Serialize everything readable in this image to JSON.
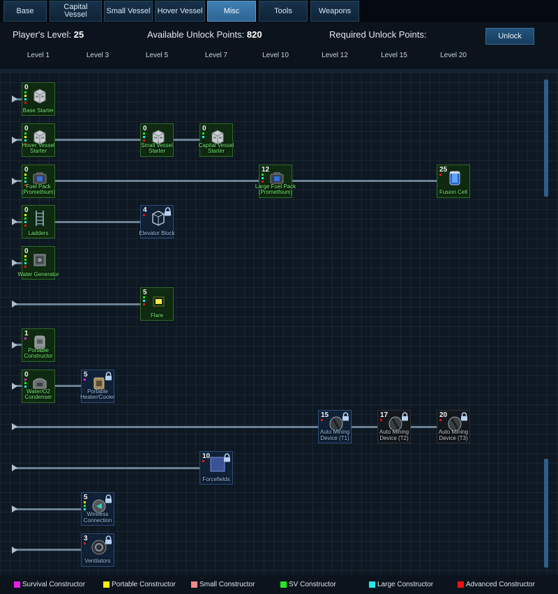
{
  "tabs": [
    {
      "label": "Base",
      "active": false
    },
    {
      "label": "Capital Vessel",
      "active": false
    },
    {
      "label": "Small Vessel",
      "active": false
    },
    {
      "label": "Hover Vessel",
      "active": false
    },
    {
      "label": "Misc",
      "active": true
    },
    {
      "label": "Tools",
      "active": false
    },
    {
      "label": "Weapons",
      "active": false
    }
  ],
  "header": {
    "player_level_label": "Player's Level:",
    "player_level": "25",
    "available_label": "Available Unlock Points:",
    "available_points": "820",
    "required_label": "Required Unlock Points:",
    "required_points": "",
    "unlock_button": "Unlock"
  },
  "levels": [
    "Level 1",
    "Level 3",
    "Level 5",
    "Level 7",
    "Level 10",
    "Level 12",
    "Level 15",
    "Level 20"
  ],
  "colors": {
    "survival": "#e81ee0",
    "portable": "#f2f20a",
    "small": "#f28a8a",
    "sv": "#22e822",
    "large": "#22e8e8",
    "advanced": "#e81414"
  },
  "rows": [
    {
      "nodes": [
        {
          "cost": "0",
          "label": "Base Starter",
          "col": 0,
          "state": "unlocked",
          "icon": "base-starter-icon",
          "dots": [
            "sv",
            "portable",
            "large",
            "advanced"
          ]
        }
      ]
    },
    {
      "nodes": [
        {
          "cost": "0",
          "label": "Hover Vessel Starter",
          "col": 0,
          "state": "unlocked",
          "icon": "hover-vessel-starter-icon",
          "dots": [
            "sv",
            "portable",
            "large",
            "advanced"
          ]
        },
        {
          "cost": "0",
          "label": "Small Vessel Starter",
          "col": 2,
          "state": "unlocked",
          "icon": "small-vessel-starter-icon",
          "dots": [
            "sv",
            "large",
            "advanced"
          ]
        },
        {
          "cost": "0",
          "label": "Capital Vessel Starter",
          "col": 3,
          "state": "unlocked",
          "icon": "capital-vessel-starter-icon",
          "dots": [
            "sv",
            "large"
          ]
        }
      ]
    },
    {
      "nodes": [
        {
          "cost": "0",
          "label": "Fuel Pack (Promethium)",
          "col": 0,
          "state": "unlocked",
          "icon": "fuel-pack-icon",
          "dots": [
            "portable",
            "sv",
            "large",
            "advanced"
          ]
        },
        {
          "cost": "12",
          "label": "Large Fuel Pack (Promethium)",
          "col": 4,
          "state": "unlocked",
          "icon": "large-fuel-pack-icon",
          "dots": [
            "sv",
            "large",
            "advanced"
          ]
        },
        {
          "cost": "25",
          "label": "Fusion Cell",
          "col": 7,
          "state": "unlocked",
          "icon": "fusion-cell-icon",
          "dots": [
            "advanced"
          ]
        }
      ]
    },
    {
      "nodes": [
        {
          "cost": "0",
          "label": "Ladders",
          "col": 0,
          "state": "unlocked",
          "icon": "ladder-icon",
          "dots": [
            "portable",
            "sv",
            "large",
            "advanced"
          ]
        },
        {
          "cost": "4",
          "label": "Elevator Block",
          "col": 2,
          "state": "locked",
          "icon": "elevator-block-icon",
          "dots": [
            "advanced"
          ]
        }
      ]
    },
    {
      "nodes": [
        {
          "cost": "0",
          "label": "Water Generator",
          "col": 0,
          "state": "unlocked",
          "icon": "water-generator-icon",
          "dots": [
            "portable",
            "sv",
            "large",
            "advanced"
          ]
        }
      ]
    },
    {
      "nodes": [
        {
          "cost": "5",
          "label": "Flare",
          "col": 2,
          "state": "unlocked",
          "icon": "flare-icon",
          "dots": [
            "sv",
            "large",
            "advanced"
          ]
        }
      ]
    },
    {
      "nodes": [
        {
          "cost": "1",
          "label": "Portable Constructor",
          "col": 0,
          "state": "unlocked",
          "icon": "portable-constructor-icon",
          "dots": [
            "survival"
          ]
        }
      ]
    },
    {
      "nodes": [
        {
          "cost": "0",
          "label": "Water/O2 Condenser",
          "col": 0,
          "state": "unlocked",
          "icon": "water-condenser-icon",
          "dots": [
            "survival",
            "sv",
            "large"
          ]
        },
        {
          "cost": "5",
          "label": "Portable Heater/Cooler",
          "col": 1,
          "state": "locked",
          "icon": "heater-cooler-icon",
          "dots": [
            "survival"
          ]
        }
      ]
    },
    {
      "nodes": [
        {
          "cost": "15",
          "label": "Auto Mining Device (T1)",
          "col": 5,
          "state": "locked",
          "icon": "auto-mining-device-icon",
          "dots": [
            "advanced"
          ]
        },
        {
          "cost": "17",
          "label": "Auto Mining Device (T2)",
          "col": 6,
          "state": "dark",
          "icon": "auto-mining-device-icon",
          "dots": [
            "advanced"
          ]
        },
        {
          "cost": "20",
          "label": "Auto Mining Device (T3)",
          "col": 7,
          "state": "dark",
          "icon": "auto-mining-device-icon",
          "dots": [
            "advanced"
          ]
        }
      ]
    },
    {
      "nodes": [
        {
          "cost": "10",
          "label": "Forcefields",
          "col": 3,
          "state": "locked",
          "icon": "forcefield-icon",
          "dots": [
            "advanced"
          ]
        }
      ]
    },
    {
      "nodes": [
        {
          "cost": "5",
          "label": "Wireless Connection",
          "col": 1,
          "state": "locked",
          "icon": "wireless-connection-icon",
          "dots": [
            "portable",
            "sv",
            "large"
          ]
        }
      ]
    },
    {
      "nodes": [
        {
          "cost": "3",
          "label": "Ventilators",
          "col": 1,
          "state": "locked",
          "icon": "ventilator-icon",
          "dots": [
            "advanced"
          ]
        }
      ]
    }
  ],
  "legend": [
    {
      "label": "Survival Constructor",
      "color_key": "survival"
    },
    {
      "label": "Portable Constructor",
      "color_key": "portable"
    },
    {
      "label": "Small Constructor",
      "color_key": "small"
    },
    {
      "label": "SV Constructor",
      "color_key": "sv"
    },
    {
      "label": "Large Constructor",
      "color_key": "large"
    },
    {
      "label": "Advanced Constructor",
      "color_key": "advanced"
    }
  ]
}
